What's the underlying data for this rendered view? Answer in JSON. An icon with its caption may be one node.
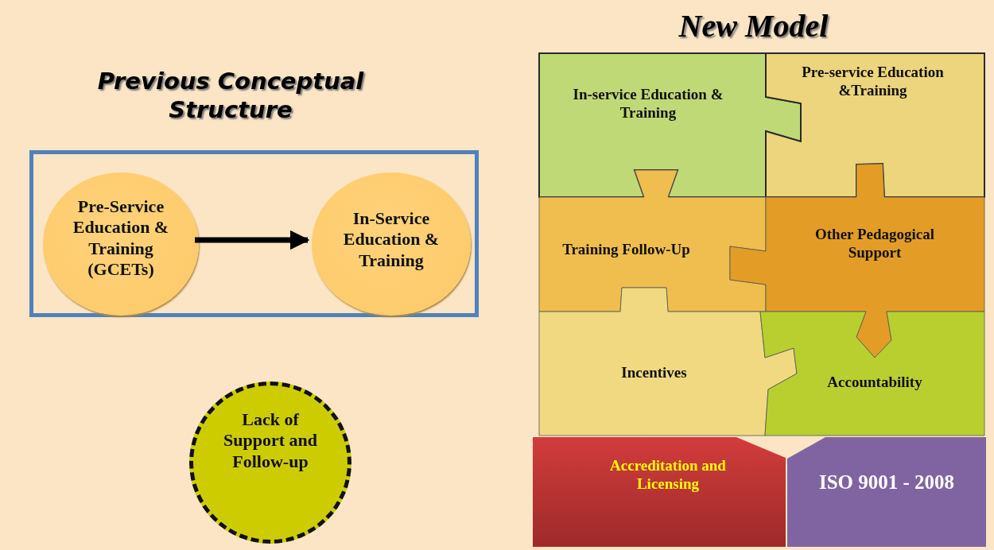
{
  "diagram": {
    "nodes": [
      {
        "text": [],
        "shape": "box"
      },
      {
        "text": [
          "Pre-Service Education & Training (GCETs)"
        ],
        "in": 0
      },
      {
        "text": [
          "In-Service Education & Training"
        ],
        "in": 0
      },
      {
        "text": [
          "Lack of Support and Follow-up"
        ]
      },
      {
        "text": [
          "In-service Education & Training"
        ]
      },
      {
        "text": [
          "Pre-service Education &Training"
        ]
      },
      {
        "text": [
          "Training Follow-Up"
        ]
      },
      {
        "text": [
          "Other Pedagogical Support"
        ]
      },
      {
        "text": [
          "Incentives"
        ]
      },
      {
        "text": [
          "Accountability"
        ]
      },
      {
        "text": [
          "Accreditation and Licensing"
        ]
      },
      {
        "text": [
          "ISO 9001 - 2008"
        ]
      }
    ],
    "edges": [
      {
        "from": 1,
        "to": 2,
        "arrow": "to"
      }
    ],
    "labels": [
      "New Model",
      "Previous Conceptual Structure"
    ]
  }
}
